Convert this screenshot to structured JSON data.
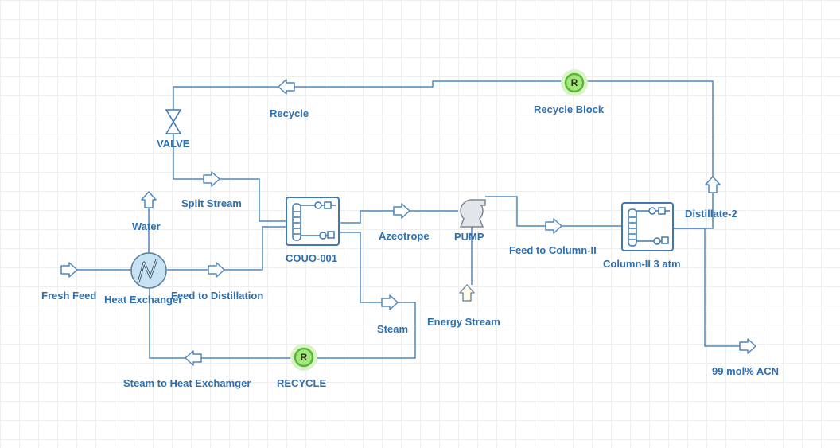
{
  "units": {
    "valve": "VALVE",
    "heat_exchanger": "Heat Exchanger",
    "column_1": "COUO-001",
    "pump": "PUMP",
    "column_2": "Column-II 3 atm",
    "recycle_block": "Recycle Block",
    "recycle": "RECYCLE"
  },
  "streams": {
    "fresh_feed": "Fresh Feed",
    "water": "Water",
    "feed_to_distillation": "Feed to Distillation",
    "split_stream": "Split Stream",
    "recycle": "Recycle",
    "azeotrope": "Azeotrope",
    "feed_to_column_2": "Feed to Column-II",
    "steam": "Steam",
    "energy_stream": "Energy Stream",
    "distillate_2": "Distillate-2",
    "product": "99 mol% ACN",
    "steam_to_hx": "Steam to Heat Exchamger"
  },
  "recycle_letter": "R",
  "colors": {
    "label": "#2e6fb0",
    "pipe": "#4f87be",
    "recycle_ring": "#56b936",
    "energy_arrow": "#fffde7"
  }
}
